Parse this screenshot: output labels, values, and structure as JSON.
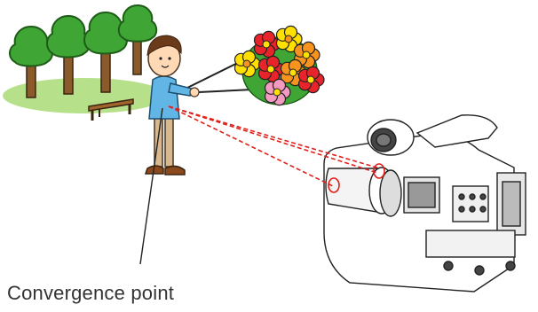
{
  "caption": "Convergence point",
  "colors": {
    "grass": "#b7e08a",
    "tree_canopy": "#3fa535",
    "tree_trunk": "#8b5a2b",
    "shirt": "#62b6e6",
    "pants": "#d8b98e",
    "shoes": "#8a4a1e",
    "hair": "#6b3a1a",
    "skin": "#ffd9b5",
    "guide_lines": "#e0201b",
    "camera_line": "#222222"
  },
  "flower_colors": [
    "#e8242b",
    "#ffe000",
    "#f7941d",
    "#f49ac1"
  ],
  "icons": [
    "tree-icon",
    "bench-icon",
    "person-figure",
    "flower-bouquet",
    "video-camera"
  ]
}
